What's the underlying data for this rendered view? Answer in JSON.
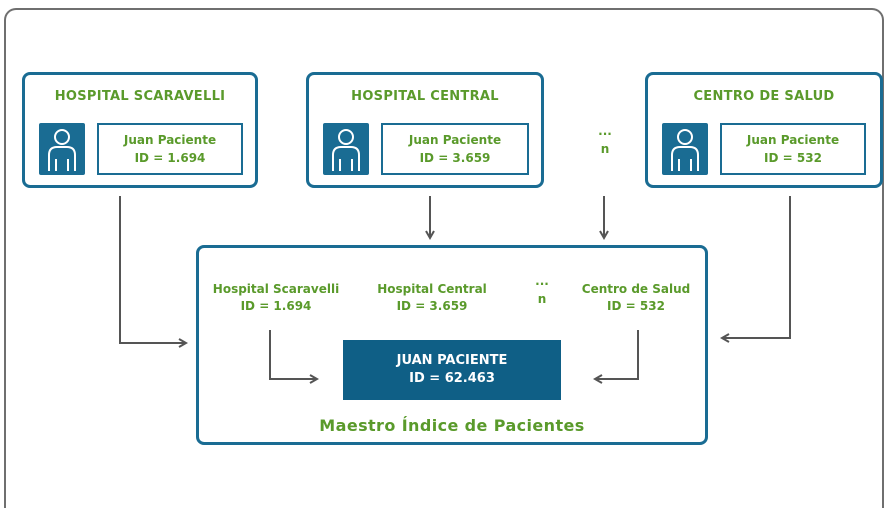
{
  "hospitals": [
    {
      "name": "HOSPITAL SCARAVELLI",
      "patient": "Juan Paciente",
      "id": "ID = 1.694"
    },
    {
      "name": "HOSPITAL CENTRAL",
      "patient": "Juan Paciente",
      "id": "ID = 3.659"
    },
    {
      "name": "CENTRO DE SALUD",
      "patient": "Juan Paciente",
      "id": "ID = 532"
    }
  ],
  "ellipsis": {
    "dots": "...",
    "n": "n"
  },
  "master": {
    "entries": [
      {
        "name": "Hospital Scaravelli",
        "id": "ID = 1.694"
      },
      {
        "name": "Hospital Central",
        "id": "ID = 3.659"
      },
      {
        "name": "Centro de Salud",
        "id": "ID = 532"
      }
    ],
    "patient_name": "JUAN PACIENTE",
    "patient_id": "ID = 62.463",
    "title": "Maestro Índice de Pacientes"
  },
  "colors": {
    "blue": "#1a6c93",
    "dark_blue": "#0f5f86",
    "green": "#5a9a2b",
    "arrow": "#555555"
  },
  "icons": [
    "person-icon"
  ]
}
